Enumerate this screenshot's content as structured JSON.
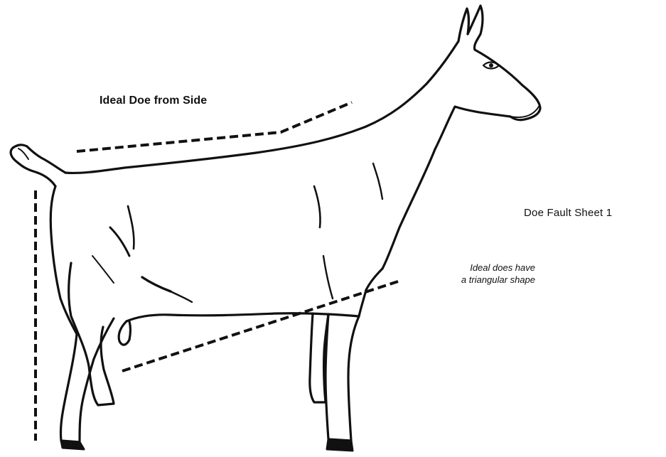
{
  "labels": {
    "title": "Ideal Doe from Side",
    "sheet": "Doe Fault Sheet 1",
    "note_line1": "Ideal does have",
    "note_line2": "a triangular shape"
  },
  "colors": {
    "line": "#111111",
    "background": "#ffffff"
  }
}
